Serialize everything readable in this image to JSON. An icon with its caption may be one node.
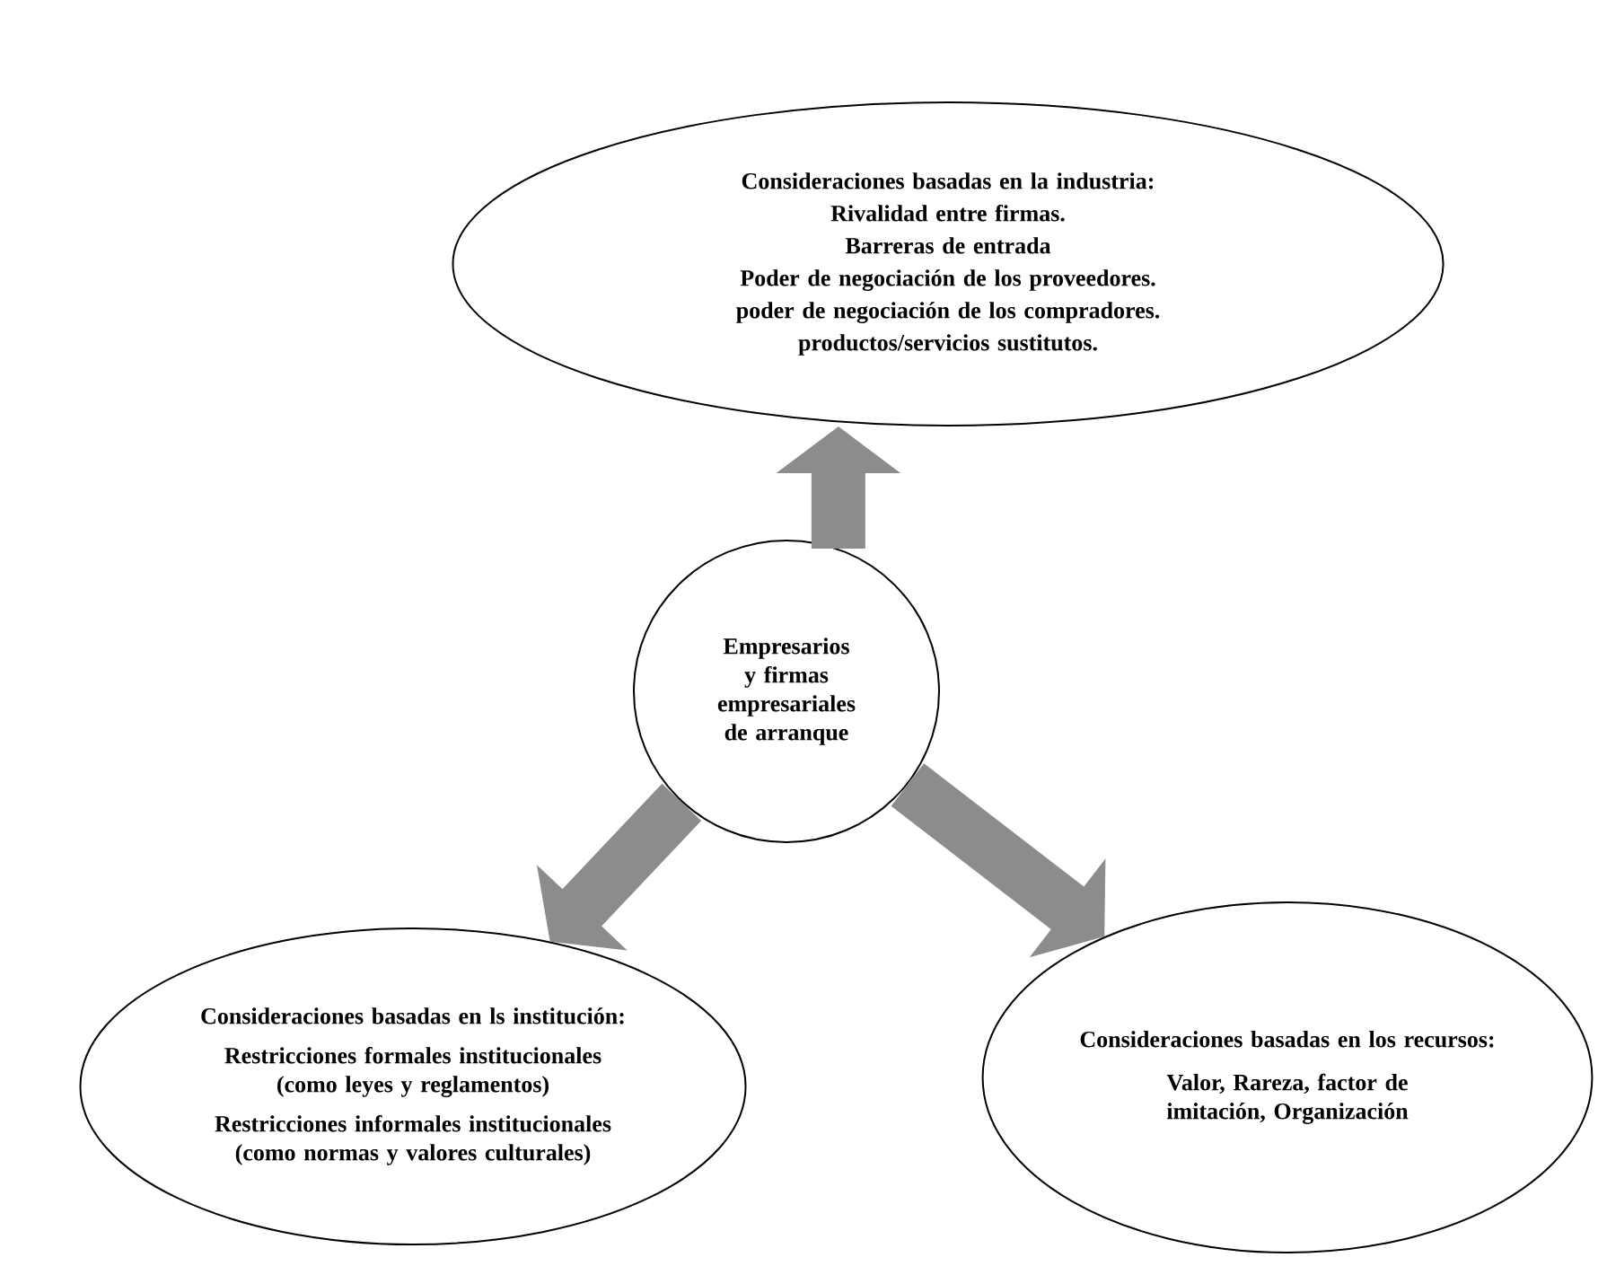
{
  "diagram": {
    "nodes": [
      {
        "text": [
          "Consideraciones basadas en la industria:",
          "Rivalidad entre firmas.",
          "Barreras de entrada",
          "Poder de negociación de los proveedores.",
          "poder de negociación de los compradores.",
          "productos/servicios sustitutos."
        ]
      },
      {
        "text": [
          "Empresarios y firmas empresariales de arranque"
        ]
      },
      {
        "text": [
          "Consideraciones basadas en ls institución:",
          "Restricciones formales institucionales (como leyes y reglamentos)",
          "Restricciones informales institucionales (como normas y valores culturales)"
        ]
      },
      {
        "text": [
          "Consideraciones basadas en los recursos:",
          "Valor, Rareza, factor de imitación, Organización"
        ]
      }
    ],
    "edges": [
      {
        "from": 1,
        "to": 0,
        "arrow": "to"
      },
      {
        "from": 1,
        "to": 2,
        "arrow": "to"
      },
      {
        "from": 1,
        "to": 3,
        "arrow": "to"
      }
    ]
  }
}
